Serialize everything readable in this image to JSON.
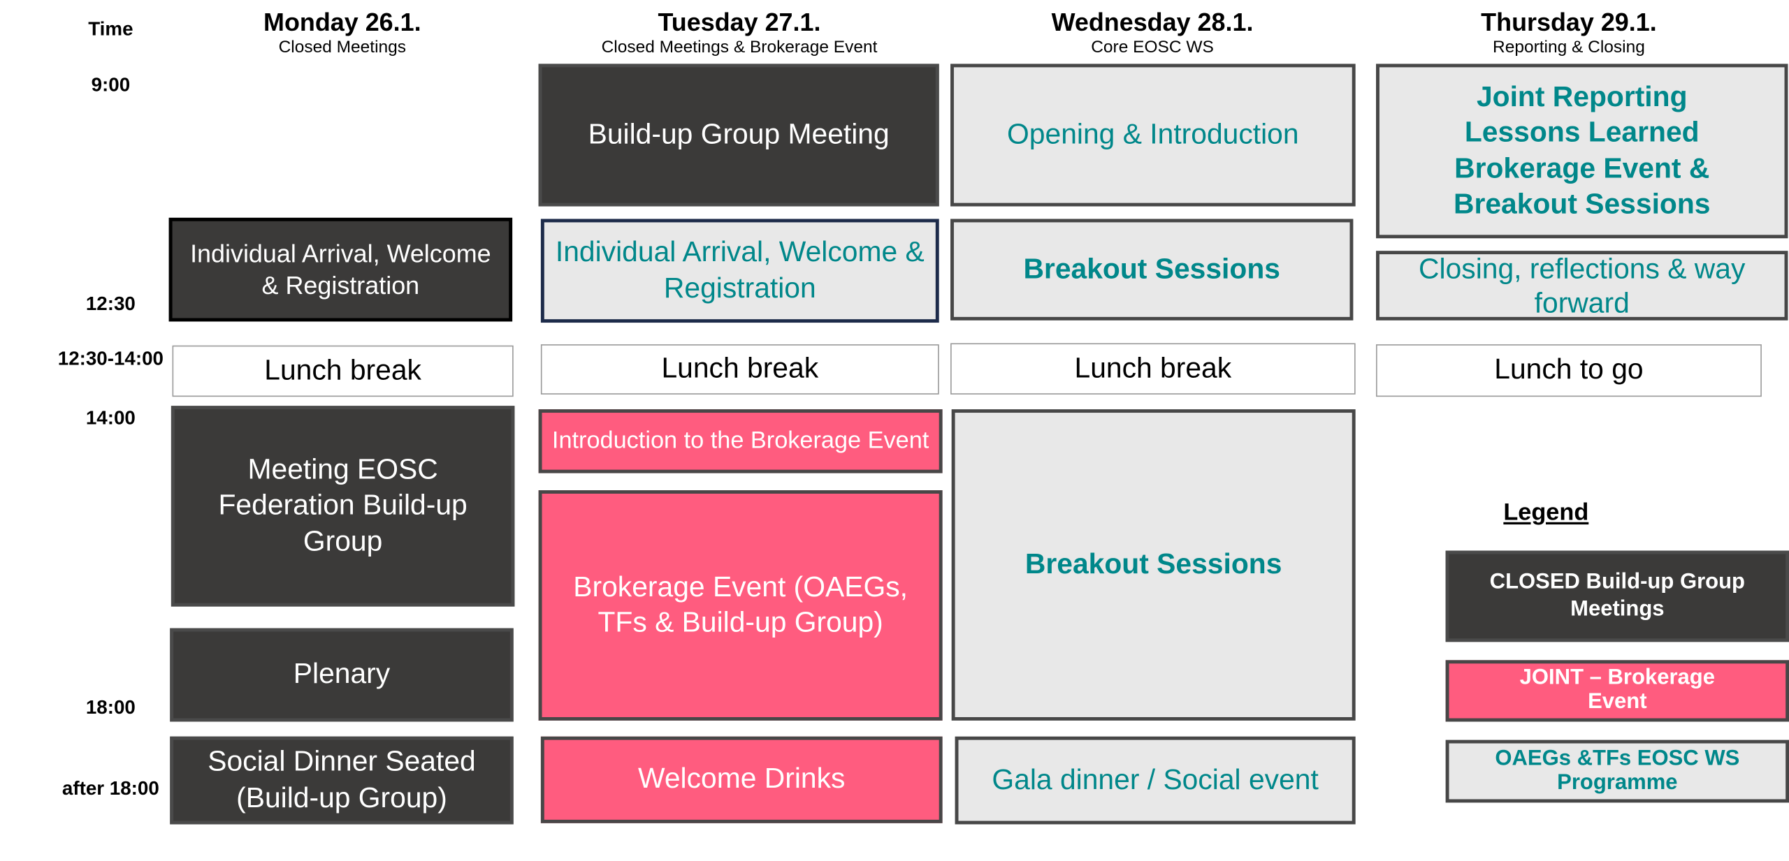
{
  "time_header": "Time",
  "times": [
    "9:00",
    "12:30",
    "12:30-14:00",
    "14:00",
    "18:00",
    "after 18:00"
  ],
  "days": [
    {
      "title": "Monday 26.1.",
      "subtitle": "Closed Meetings",
      "sessions": [
        "Individual Arrival, Welcome & Registration",
        "Lunch break",
        "Meeting EOSC Federation Build-up Group",
        "Plenary",
        "Social Dinner Seated (Build-up Group)"
      ]
    },
    {
      "title": "Tuesday 27.1.",
      "subtitle": "Closed Meetings & Brokerage Event",
      "sessions": [
        "Build-up Group Meeting",
        "Individual Arrival, Welcome & Registration",
        "Lunch break",
        "Introduction to the Brokerage Event",
        "Brokerage Event (OAEGs, TFs & Build-up Group)",
        "Welcome Drinks"
      ]
    },
    {
      "title": "Wednesday 28.1.",
      "subtitle": "Core EOSC WS",
      "sessions": [
        "Opening & Introduction",
        "Breakout Sessions",
        "Lunch break",
        "Breakout Sessions",
        "Gala dinner / Social event"
      ]
    },
    {
      "title": "Thursday 29.1.",
      "subtitle": "Reporting & Closing",
      "sessions": [
        "Joint Reporting Lessons Learned Brokerage Event & Breakout Sessions",
        "Closing, reflections & way forward",
        "Lunch to go"
      ]
    }
  ],
  "legend": {
    "title": "Legend",
    "items": [
      "CLOSED Build-up Group Meetings",
      "JOINT – Brokerage Event",
      "OAEGs &TFs EOSC WS Programme"
    ]
  },
  "colors": {
    "closed": "#3b3a39",
    "joint": "#ff5c7f",
    "programme": "#e8e8e8",
    "programme_text": "#00878a"
  }
}
